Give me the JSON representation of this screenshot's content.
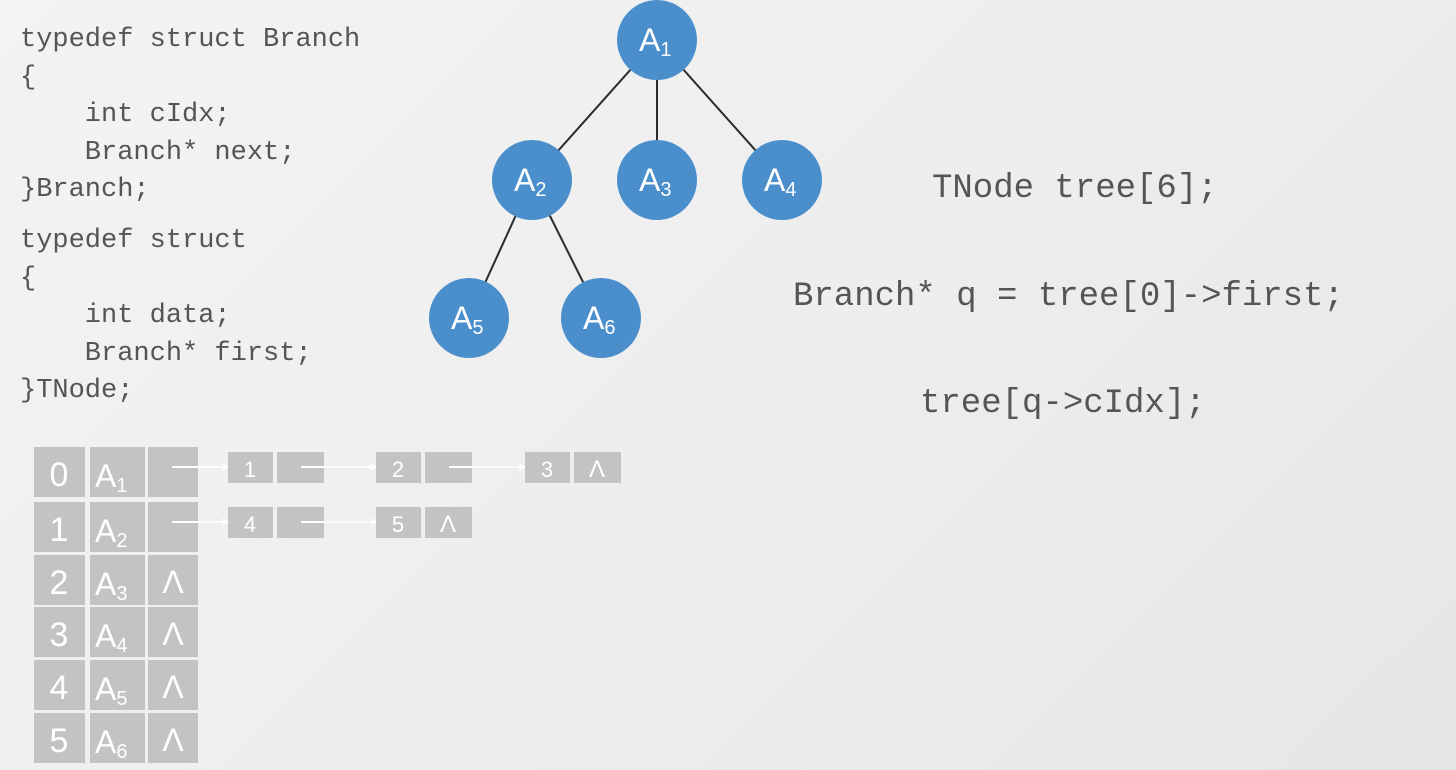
{
  "code": {
    "branch_struct": [
      "typedef struct Branch",
      "{",
      "    int cIdx;",
      "    Branch* next;",
      "}Branch;"
    ],
    "tnode_struct": [
      "typedef struct",
      "{",
      "    int data;",
      "    Branch* first;",
      "}TNode;"
    ]
  },
  "statements": [
    "TNode tree[6];",
    "Branch* q = tree[0]->first;",
    "tree[q->cIdx];"
  ],
  "tree": {
    "node_color": "#4a8fcc",
    "nodes": [
      {
        "id": "A1",
        "letter": "A",
        "sub": "1"
      },
      {
        "id": "A2",
        "letter": "A",
        "sub": "2"
      },
      {
        "id": "A3",
        "letter": "A",
        "sub": "3"
      },
      {
        "id": "A4",
        "letter": "A",
        "sub": "4"
      },
      {
        "id": "A5",
        "letter": "A",
        "sub": "5"
      },
      {
        "id": "A6",
        "letter": "A",
        "sub": "6"
      }
    ],
    "edges": [
      [
        "A1",
        "A2"
      ],
      [
        "A1",
        "A3"
      ],
      [
        "A1",
        "A4"
      ],
      [
        "A2",
        "A5"
      ],
      [
        "A2",
        "A6"
      ]
    ]
  },
  "table": {
    "cell_color": "#c3c3c3",
    "null_symbol": "Λ",
    "rows": [
      {
        "index": "0",
        "letter": "A",
        "sub": "1",
        "children": [
          "1",
          "2",
          "3"
        ]
      },
      {
        "index": "1",
        "letter": "A",
        "sub": "2",
        "children": [
          "4",
          "5"
        ]
      },
      {
        "index": "2",
        "letter": "A",
        "sub": "3",
        "children": []
      },
      {
        "index": "3",
        "letter": "A",
        "sub": "4",
        "children": []
      },
      {
        "index": "4",
        "letter": "A",
        "sub": "5",
        "children": []
      },
      {
        "index": "5",
        "letter": "A",
        "sub": "6",
        "children": []
      }
    ]
  }
}
